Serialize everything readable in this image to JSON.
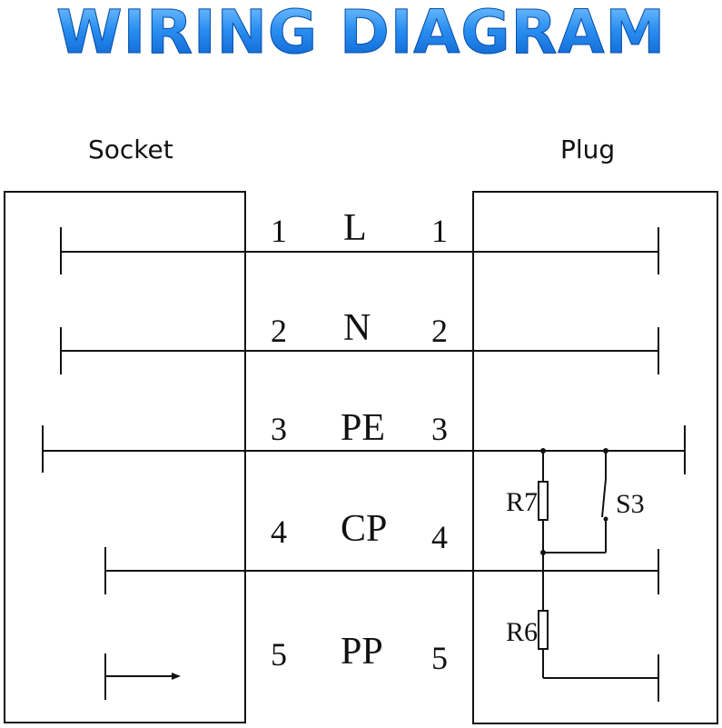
{
  "title": "WIRING DIAGRAM",
  "socket_label": "Socket",
  "plug_label": "Plug",
  "rows": [
    {
      "left_pin": "1",
      "signal": "L",
      "right_pin": "1"
    },
    {
      "left_pin": "2",
      "signal": "N",
      "right_pin": "2"
    },
    {
      "left_pin": "3",
      "signal": "PE",
      "right_pin": "3"
    },
    {
      "left_pin": "4",
      "signal": "CP",
      "right_pin": "4"
    },
    {
      "left_pin": "5",
      "signal": "PP",
      "right_pin": "5"
    }
  ],
  "components": {
    "r7": "R7",
    "s3": "S3",
    "r6": "R6"
  }
}
